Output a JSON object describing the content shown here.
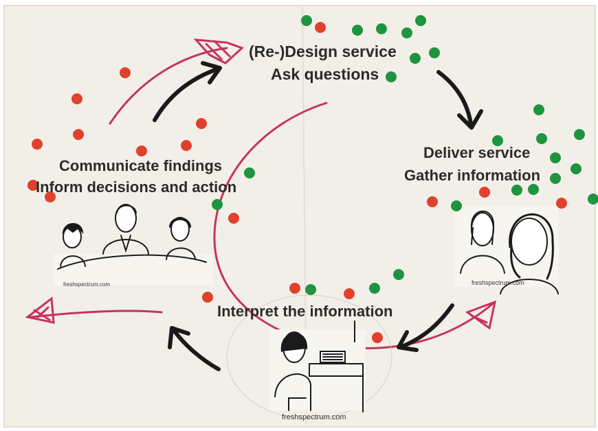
{
  "stages": {
    "design": {
      "line1": "(Re-)Design service",
      "line2": "Ask questions"
    },
    "deliver": {
      "line1": "Deliver service",
      "line2": "Gather information"
    },
    "interpret": {
      "line1": "Interpret the information"
    },
    "communicate": {
      "line1": "Communicate findings",
      "line2": "Inform decisions and action"
    }
  },
  "credits": {
    "left": "freshspectrum.com",
    "right": "freshspectrum.com",
    "bottom": "freshspectrum.com"
  },
  "colors": {
    "paper": "#f2efe8",
    "red_dot": "#e0412c",
    "green_dot": "#1e9440",
    "marker_pink": "#c8325a",
    "ink": "#1a1a1a",
    "text": "#2b2b2b"
  }
}
